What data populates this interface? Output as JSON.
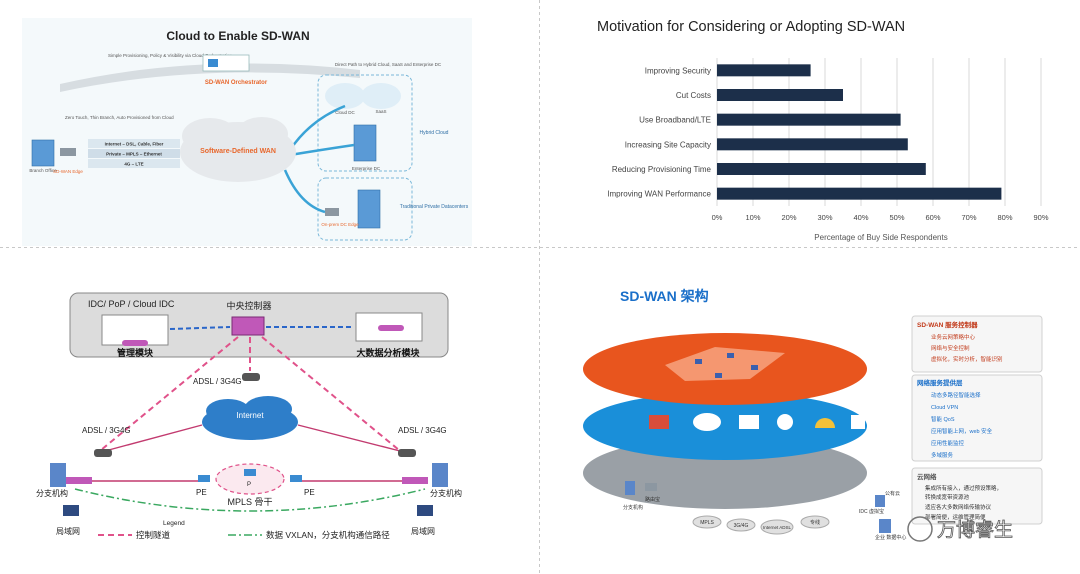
{
  "q1": {
    "title": "Cloud to Enable SD-WAN",
    "orchestration_note": "Simple Provisioning, Policy & Visibility via Cloud Orchestration",
    "orchestrator": "SD-WAN Orchestrator",
    "direct_path_note": "Direct Path to Hybrid Cloud, SaaS and Enterprise DC",
    "zero_touch_note": "Zero Touch, Thin Branch, Auto Provisioned from Cloud",
    "links": [
      "Internet – DSL, Cable, Fiber",
      "Private – MPLS – Ethernet",
      "4G – LTE"
    ],
    "center": "Software-Defined WAN",
    "branch_office": "Branch Office",
    "edge": "SD-WAN Edge",
    "cloud_dc": "Cloud DC",
    "saas": "SaaS",
    "enterprise_dc": "Enterprise DC",
    "hybrid_cloud": "Hybrid Cloud",
    "on_prem_edge": "On-prem DC Edge",
    "traditional_dc": "Traditional Private Datacenters"
  },
  "chart_data": {
    "type": "bar",
    "orientation": "horizontal",
    "title": "Motivation for Considering or Adopting SD-WAN",
    "xlabel": "Percentage of Buy Side Respondents",
    "categories": [
      "Improving Security",
      "Cut Costs",
      "Use Broadband/LTE",
      "Increasing Site Capacity",
      "Reducing Provisioning Time",
      "Improving WAN Performance"
    ],
    "values": [
      26,
      35,
      51,
      53,
      58,
      79
    ],
    "xlim": [
      0,
      90
    ],
    "ticks": [
      "0%",
      "10%",
      "20%",
      "30%",
      "40%",
      "50%",
      "60%",
      "70%",
      "80%",
      "90%"
    ],
    "bar_color": "#1c2f4a",
    "grid": true
  },
  "q3": {
    "idc": "IDC/ PoP / Cloud IDC",
    "controller": "中央控制器",
    "mgmt": "管理模块",
    "bigdata": "大数据分析模块",
    "adsl_top": "ADSL / 3G4G",
    "adsl_left": "ADSL / 3G4G",
    "adsl_right": "ADSL / 3G4G",
    "internet": "Internet",
    "branch_left": "分支机构",
    "branch_right": "分支机构",
    "pe_left": "PE",
    "pe_right": "PE",
    "p": "P",
    "mpls": "MPLS 骨干",
    "lan_left": "局域网",
    "lan_right": "局域网",
    "legend_title": "Legend",
    "legend_control": "控制隧道",
    "legend_data": "数据 VXLAN，分支机构通信路径"
  },
  "q4": {
    "title": "SD-WAN 架构",
    "sec1_title": "SD-WAN 服务控制器",
    "sec1_items": [
      "业务云网策略中心",
      "网络与安全控制",
      "虚拟化，实时分析，智能识别"
    ],
    "sec2_title": "网络服务提供层",
    "sec2_items": [
      "动态多路径智能选择",
      "Cloud VPN",
      "智能 QoS",
      "应用智能上网，web 安全",
      "应用性能监控",
      "多域服务"
    ],
    "sec3_title": "云网络",
    "sec3_items": [
      "集成所有接入，通过预设策略，",
      "转换成宽带资源池",
      "适应各大多数网络传输协议",
      "部署简便，运维管理简便"
    ],
    "bottom_nodes": [
      "MPLS",
      "3G/4G",
      "Internet ADSL",
      "专线"
    ],
    "branch": "分支机构",
    "cpe": "路由宝",
    "idc": "IDC 虚拟宝",
    "cloud": "公有云",
    "enterprise": "企业 数据中心",
    "watermark": "万博睿生",
    "colors": {
      "orange": "#e8551e",
      "blue": "#1a8fd9",
      "gray": "#9aa0a6"
    }
  }
}
